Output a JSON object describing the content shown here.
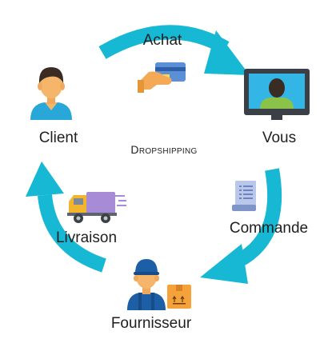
{
  "nodes": {
    "client": "Client",
    "vous": "Vous",
    "fournisseur": "Fournisseur"
  },
  "steps": {
    "achat": "Achat",
    "commande": "Commande",
    "livraison": "Livraison"
  },
  "title": "Dropshipping",
  "colors": {
    "arrow": "#16b8d4",
    "client_shirt": "#2aa7d9",
    "vous_shirt": "#8bc34a",
    "supplier_uniform": "#1d5fa6",
    "box": "#f5a23a",
    "truck": "#a78bd6",
    "document": "#7f95c9"
  },
  "icons": [
    "user-icon",
    "monitor-icon",
    "worker-icon",
    "credit-card-icon",
    "document-icon",
    "truck-icon",
    "box-icon"
  ]
}
